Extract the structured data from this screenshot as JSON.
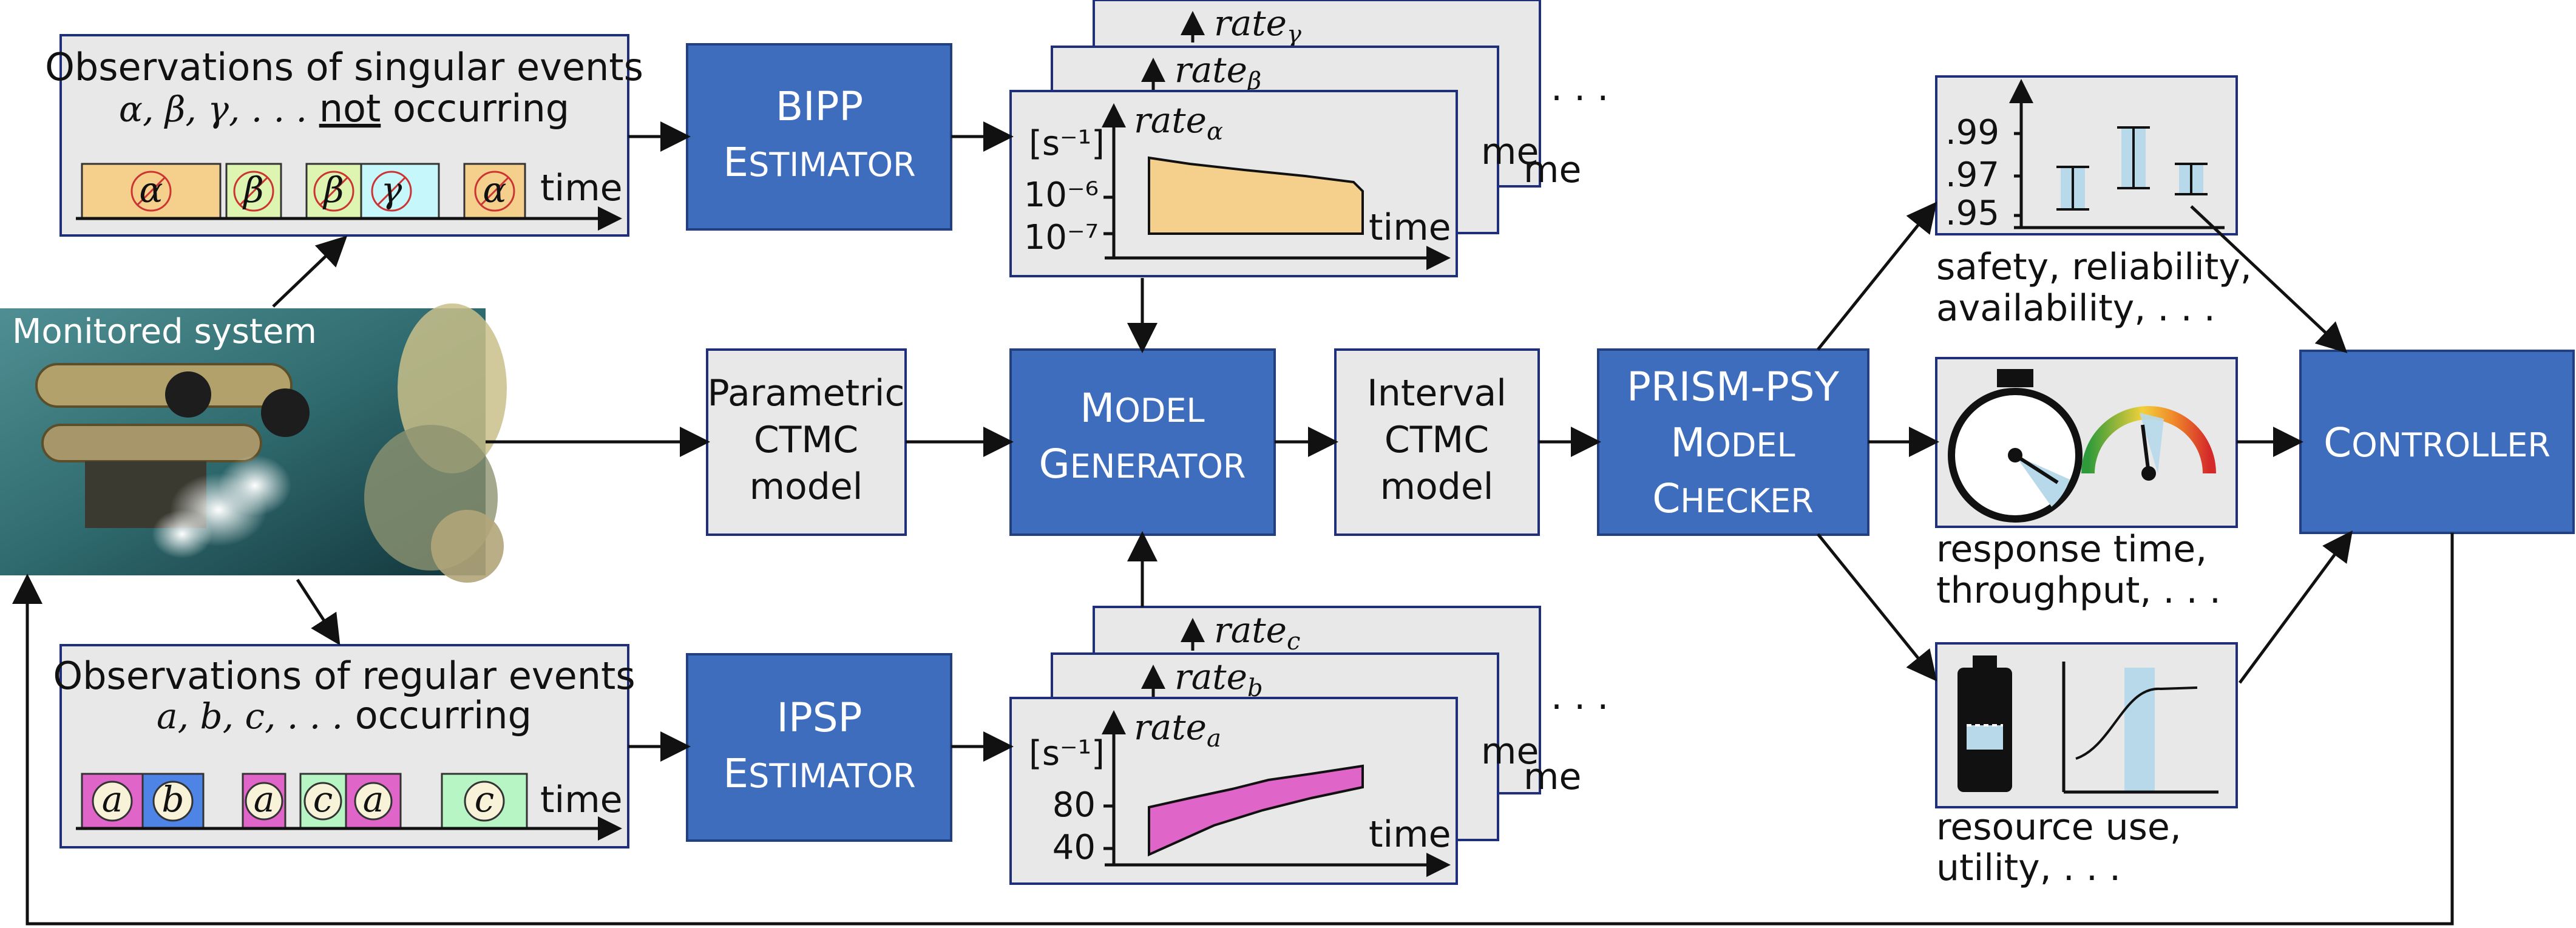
{
  "monitored_system": {
    "label": "Monitored system"
  },
  "singular_events": {
    "title": "Observations of singular events",
    "subtitle_math": "α, β, γ, . . .",
    "subtitle_not": "not",
    "subtitle_rest": "occurring",
    "time_label": "time",
    "events": [
      "α",
      "β",
      "β",
      "γ",
      "α"
    ]
  },
  "regular_events": {
    "title": "Observations of regular events",
    "subtitle_math": "a, b, c, . . .",
    "subtitle_rest": "occurring",
    "time_label": "time",
    "events": [
      "a",
      "b",
      "a",
      "c",
      "a",
      "c"
    ]
  },
  "bipp": {
    "line1": "BIPP",
    "line2_cap": "E",
    "line2_rest": "STIMATOR"
  },
  "ipsp": {
    "line1": "IPSP",
    "line2_cap": "E",
    "line2_rest": "STIMATOR"
  },
  "rates_top": {
    "back2": {
      "name": "rate",
      "sub": "γ"
    },
    "back1": {
      "name": "rate",
      "sub": "β"
    },
    "front": {
      "name": "rate",
      "sub": "α"
    },
    "unit": "[s⁻¹]",
    "tick_hi": "10⁻⁶",
    "tick_lo": "10⁻⁷",
    "time_label": "time",
    "ellipsis": ". . ."
  },
  "rates_bottom": {
    "back2": {
      "name": "rate",
      "sub": "c"
    },
    "back1": {
      "name": "rate",
      "sub": "b"
    },
    "front": {
      "name": "rate",
      "sub": "a"
    },
    "unit": "[s⁻¹]",
    "tick_hi": "80",
    "tick_lo": "40",
    "time_label": "time",
    "ellipsis": ". . ."
  },
  "parametric_ctmc": {
    "line1": "Parametric",
    "line2": "CTMC",
    "line3": "model"
  },
  "model_generator": {
    "line1_cap": "M",
    "line1_rest": "ODEL",
    "line2_cap": "G",
    "line2_rest": "ENERATOR"
  },
  "interval_ctmc": {
    "line1": "Interval",
    "line2": "CTMC",
    "line3": "model"
  },
  "prism": {
    "line1": "PRISM-PSY",
    "line2_cap": "M",
    "line2_rest": "ODEL",
    "line3_cap": "C",
    "line3_rest": "HECKER"
  },
  "controller": {
    "cap": "C",
    "rest": "ONTROLLER"
  },
  "safety_panel": {
    "ticks": [
      ".99",
      ".97",
      ".95"
    ],
    "caption1": "safety, reliability,",
    "caption2": "availability, . . ."
  },
  "response_panel": {
    "caption1": "response time,",
    "caption2": "throughput, . . ."
  },
  "resource_panel": {
    "caption1": "resource use,",
    "caption2": "utility, . . ."
  },
  "colors": {
    "blue_box": "#3f6dbe",
    "gray_box": "#e8e8e8",
    "alpha_fill": "#f5d08c",
    "a_fill": "#e065c8",
    "beta_fill": "#ddf5b0",
    "gamma_fill": "#c6f7fb",
    "b_fill": "#4d84e6",
    "c_fill": "#b8f5c4",
    "interval_fill": "#b7d9ea"
  }
}
